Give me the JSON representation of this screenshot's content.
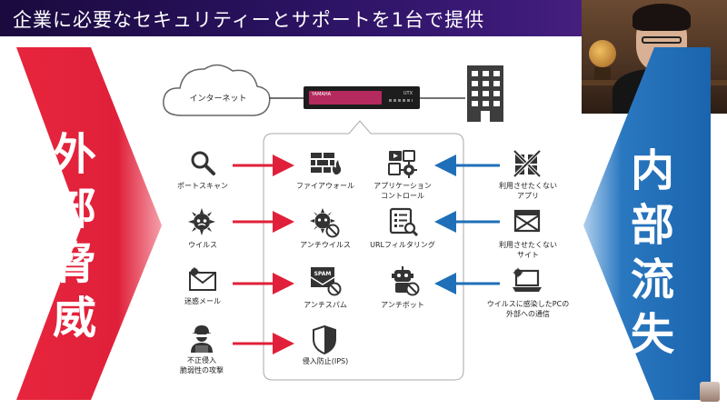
{
  "title": "企業に必要なセキュリティーとサポートを1台で提供",
  "left_heading": [
    "外",
    "部",
    "脅",
    "威"
  ],
  "right_heading": [
    "内",
    "部",
    "流",
    "失"
  ],
  "cloud_label": "インターネット",
  "device": {
    "logo": "YAMAHA",
    "model": "UTX"
  },
  "threats": {
    "port_scan": "ポートスキャン",
    "virus": "ウイルス",
    "spam": "迷惑メール",
    "attack": [
      "不正侵入",
      "脆弱性の攻撃"
    ]
  },
  "functions": {
    "firewall": "ファイアウォール",
    "app_control": [
      "アプリケーション",
      "コントロール"
    ],
    "antivirus": "アンチウイルス",
    "url_filter": "URLフィルタリング",
    "antispam": "アンチスパム",
    "antibot": "アンチボット",
    "ips": "侵入防止(IPS)"
  },
  "leaks": {
    "app": [
      "利用させたくない",
      "アプリ"
    ],
    "site": [
      "利用させたくない",
      "サイト"
    ],
    "pc": [
      "ウイルスに感染したPCの",
      "外部への通信"
    ]
  },
  "icon_texts": {
    "spam": "SPAM"
  },
  "colors": {
    "red": "#e0203a",
    "blue": "#1f6fb8",
    "title_bg": "#2a1260"
  }
}
